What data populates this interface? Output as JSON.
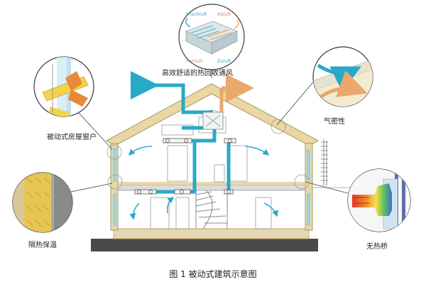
{
  "diagram": {
    "caption": "图 1  被动式建筑示意图",
    "callouts": {
      "hrv": "高效舒适的热回收通风",
      "windows": "被动式房屋窗户",
      "airtight": "气密性",
      "insulation": "隔热保温",
      "no_bridge": "无热桥"
    },
    "hrv_unit_labels": {
      "frischluft": "Frischluft",
      "abluft": "Abluft",
      "fortluft": "Fortluft",
      "zuluft": "Zuluft"
    },
    "colors": {
      "supply_duct": "#29a9c8",
      "exhaust_duct": "#e8a96a",
      "house_frame": "#ead7a3",
      "callout_ring": "#3a3a3a",
      "ground": "#4a4a4a"
    }
  }
}
